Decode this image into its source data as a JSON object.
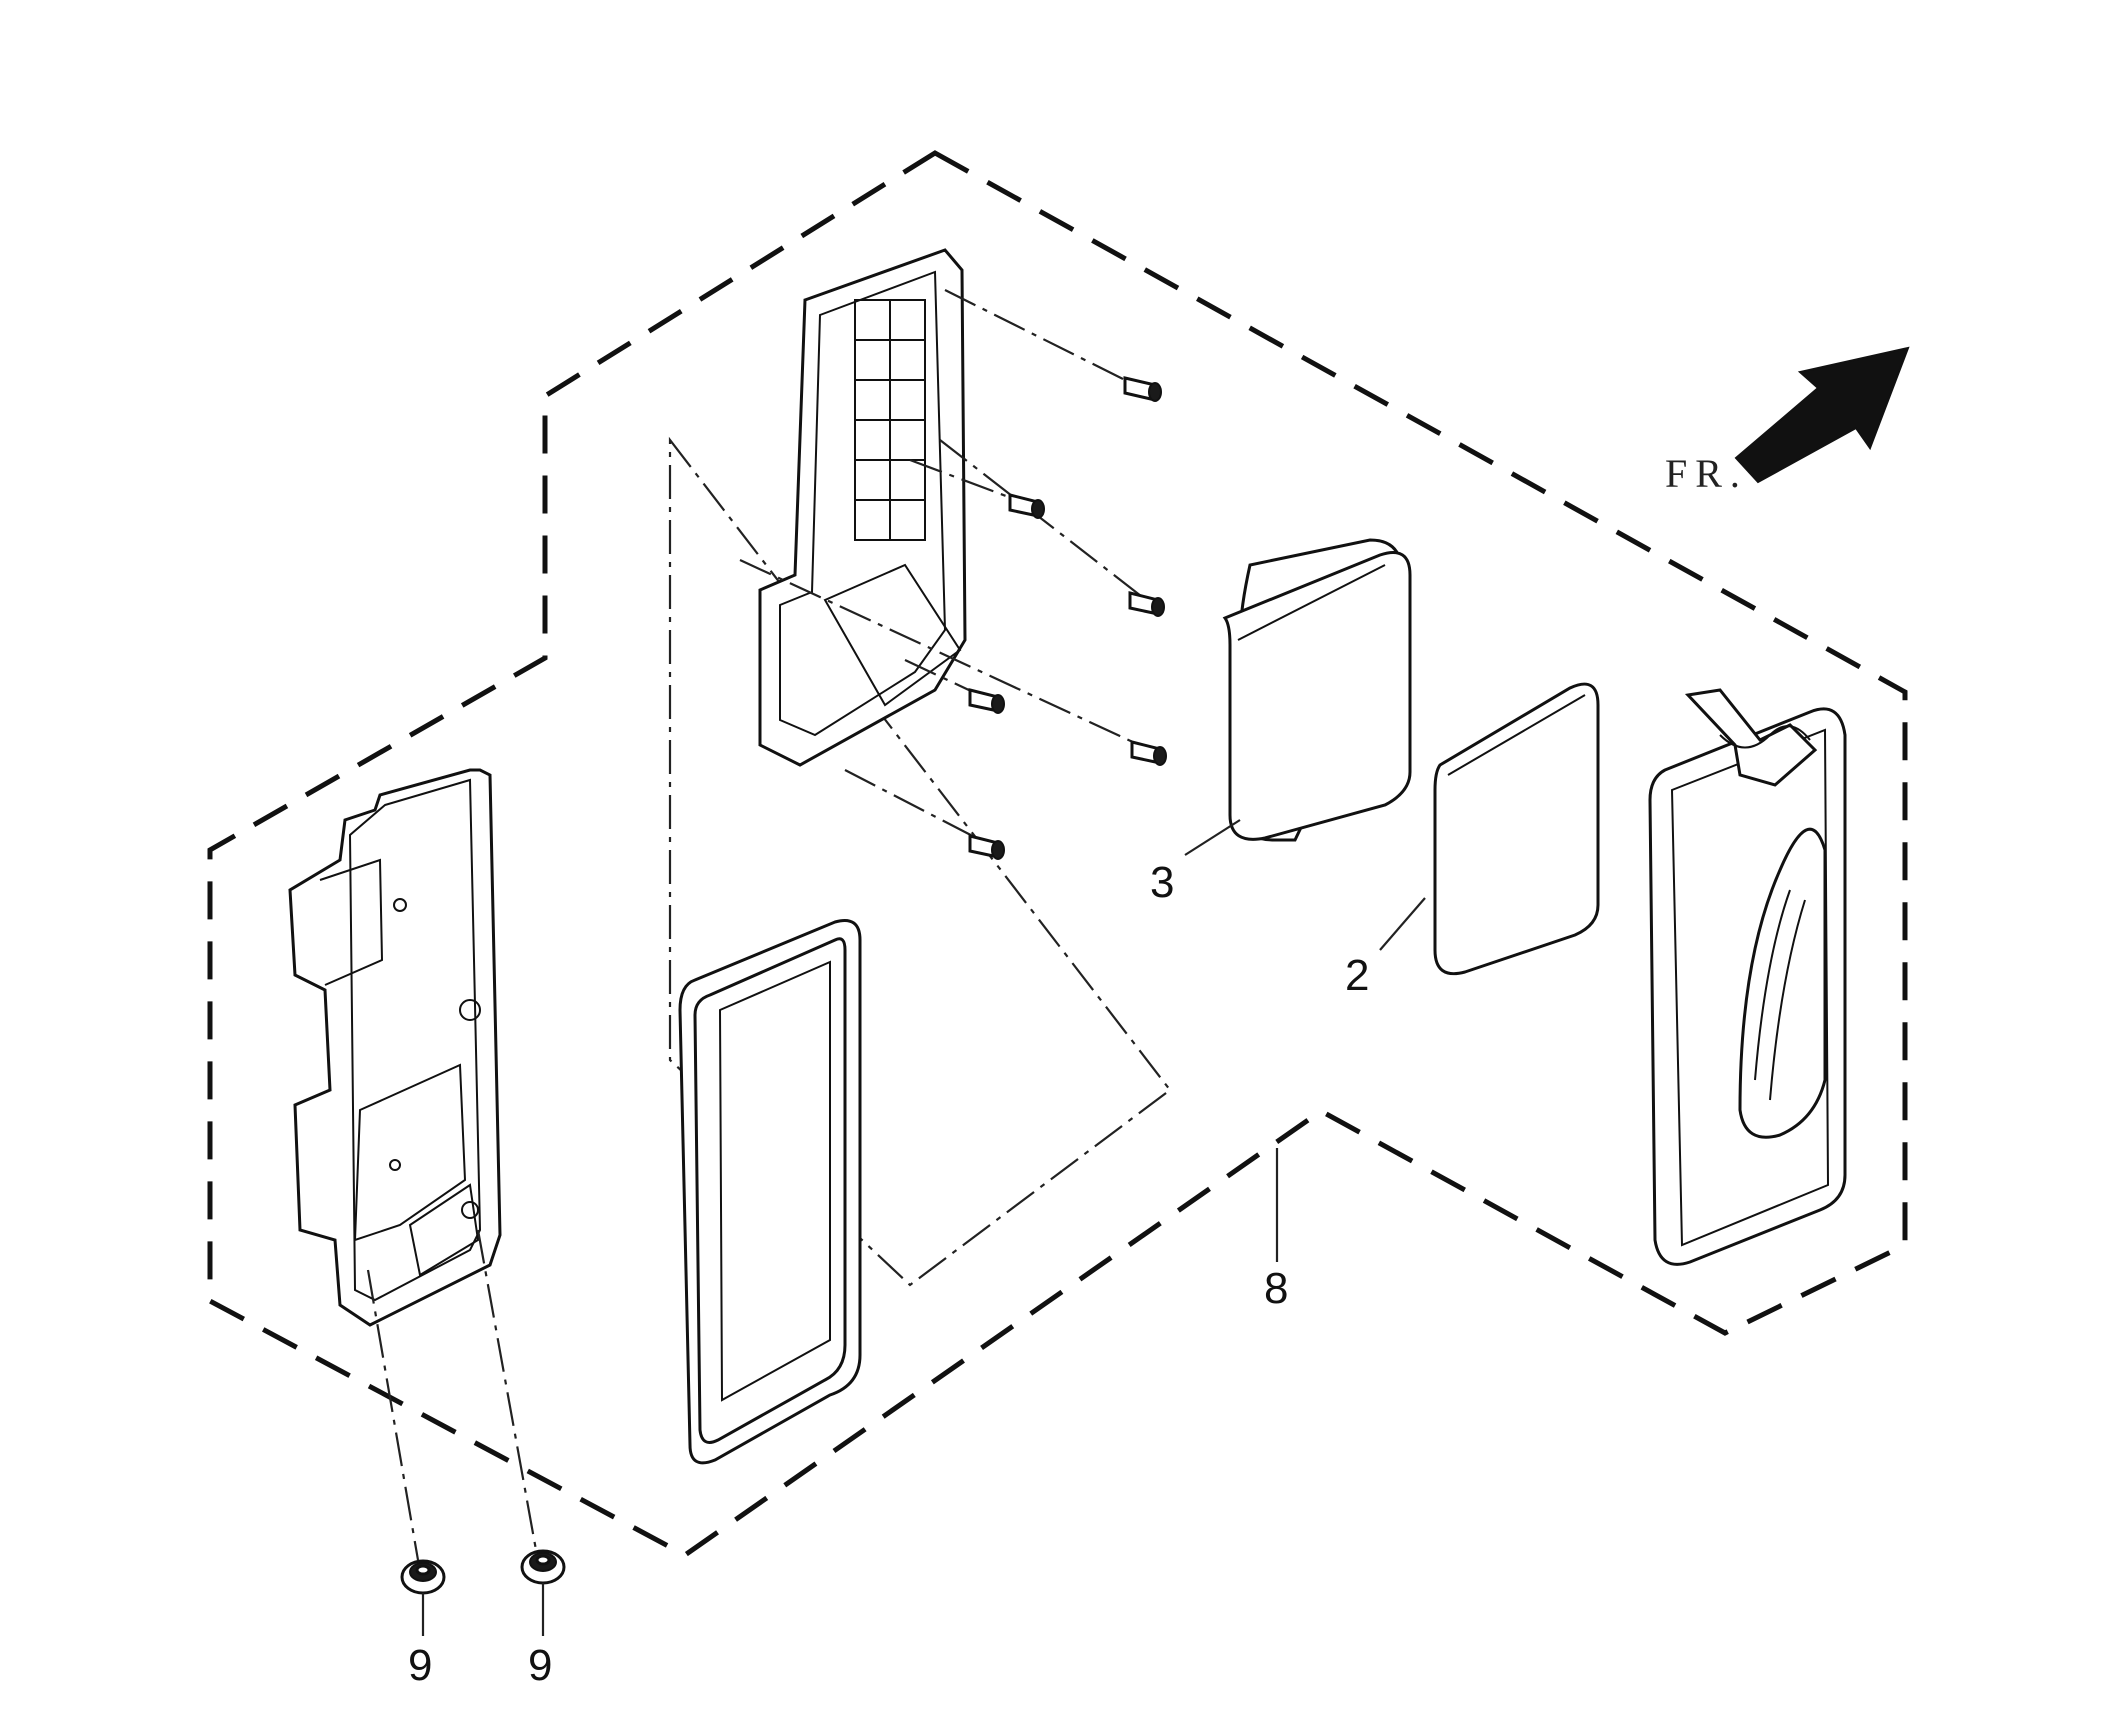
{
  "callouts": {
    "c2": "2",
    "c3": "3",
    "c8": "8",
    "c9a": "9",
    "c9b": "9"
  },
  "direction": {
    "label": "FR.",
    "icon": "arrow-up-right-icon"
  },
  "colors": {
    "line": "#111111",
    "background": "#ffffff"
  }
}
